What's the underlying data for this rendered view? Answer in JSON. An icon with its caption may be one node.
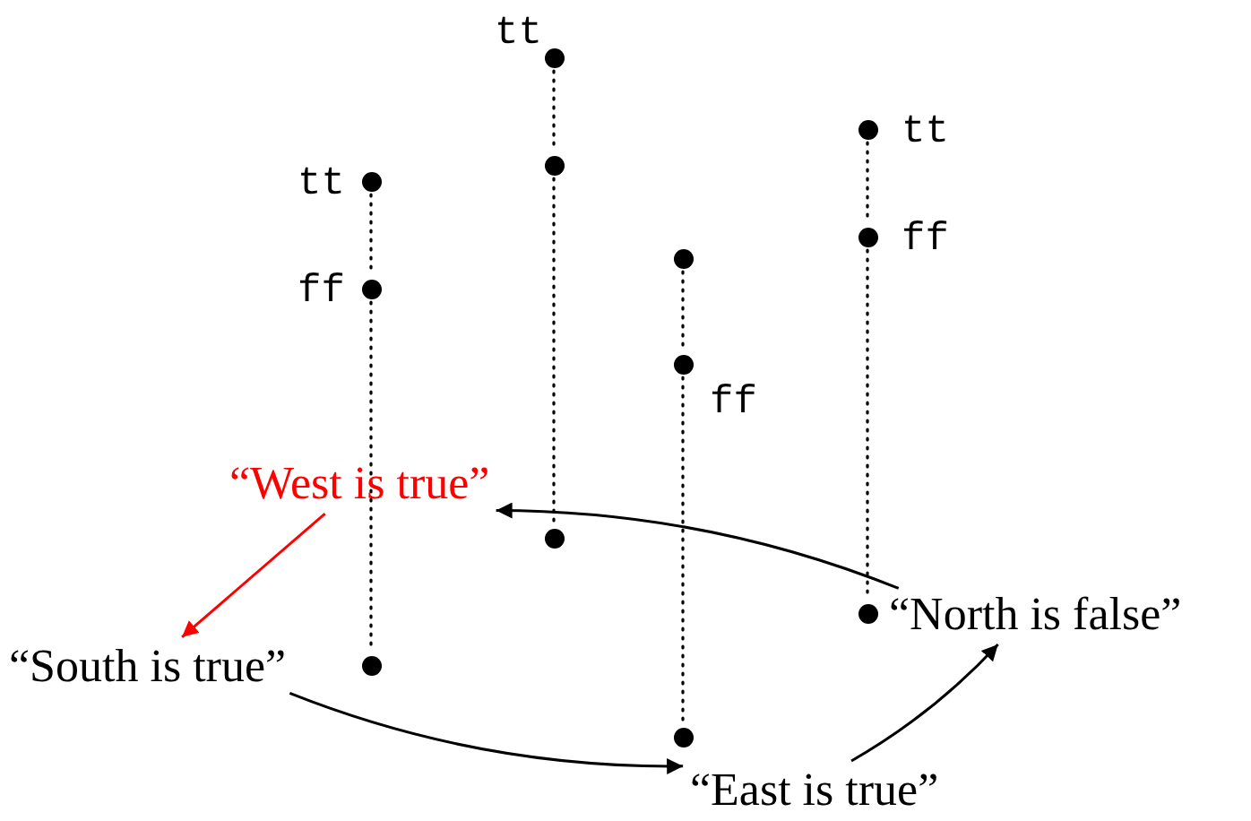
{
  "diagram": {
    "nodes": [
      {
        "text": [],
        "shape": "circle",
        "beside": [
          "tt"
        ]
      },
      {
        "text": [],
        "shape": "circle",
        "beside": [
          "ff"
        ]
      },
      {
        "text": [],
        "shape": "circle"
      },
      {
        "text": [],
        "shape": "circle",
        "beside": [
          "tt"
        ]
      },
      {
        "text": [],
        "shape": "circle"
      },
      {
        "text": [],
        "shape": "circle"
      },
      {
        "text": [],
        "shape": "circle"
      },
      {
        "text": [],
        "shape": "circle",
        "beside": [
          "ff"
        ]
      },
      {
        "text": [],
        "shape": "circle"
      },
      {
        "text": [],
        "shape": "circle",
        "beside": [
          "tt"
        ]
      },
      {
        "text": [],
        "shape": "circle",
        "beside": [
          "ff"
        ]
      },
      {
        "text": [],
        "shape": "circle"
      },
      {
        "text": [
          "“West is true”"
        ]
      },
      {
        "text": [
          "“South is true”"
        ]
      },
      {
        "text": [
          "“East is true”"
        ]
      },
      {
        "text": [
          "“North is false”"
        ]
      }
    ],
    "edges": [
      {
        "from": 0,
        "to": 1,
        "arrow": "none",
        "style": "dashed"
      },
      {
        "from": 1,
        "to": 2,
        "arrow": "none",
        "style": "dashed"
      },
      {
        "from": 3,
        "to": 4,
        "arrow": "none",
        "style": "dashed"
      },
      {
        "from": 4,
        "to": 5,
        "arrow": "none",
        "style": "dashed"
      },
      {
        "from": 6,
        "to": 7,
        "arrow": "none",
        "style": "dashed"
      },
      {
        "from": 7,
        "to": 8,
        "arrow": "none",
        "style": "dashed"
      },
      {
        "from": 9,
        "to": 10,
        "arrow": "none",
        "style": "dashed"
      },
      {
        "from": 10,
        "to": 11,
        "arrow": "none",
        "style": "dashed"
      },
      {
        "from": 15,
        "to": 12,
        "arrow": "to"
      },
      {
        "from": 12,
        "to": 13,
        "arrow": "to",
        "color": "#ff0000"
      },
      {
        "from": 13,
        "to": 14,
        "arrow": "to"
      },
      {
        "from": 14,
        "to": 15,
        "arrow": "to"
      }
    ]
  }
}
